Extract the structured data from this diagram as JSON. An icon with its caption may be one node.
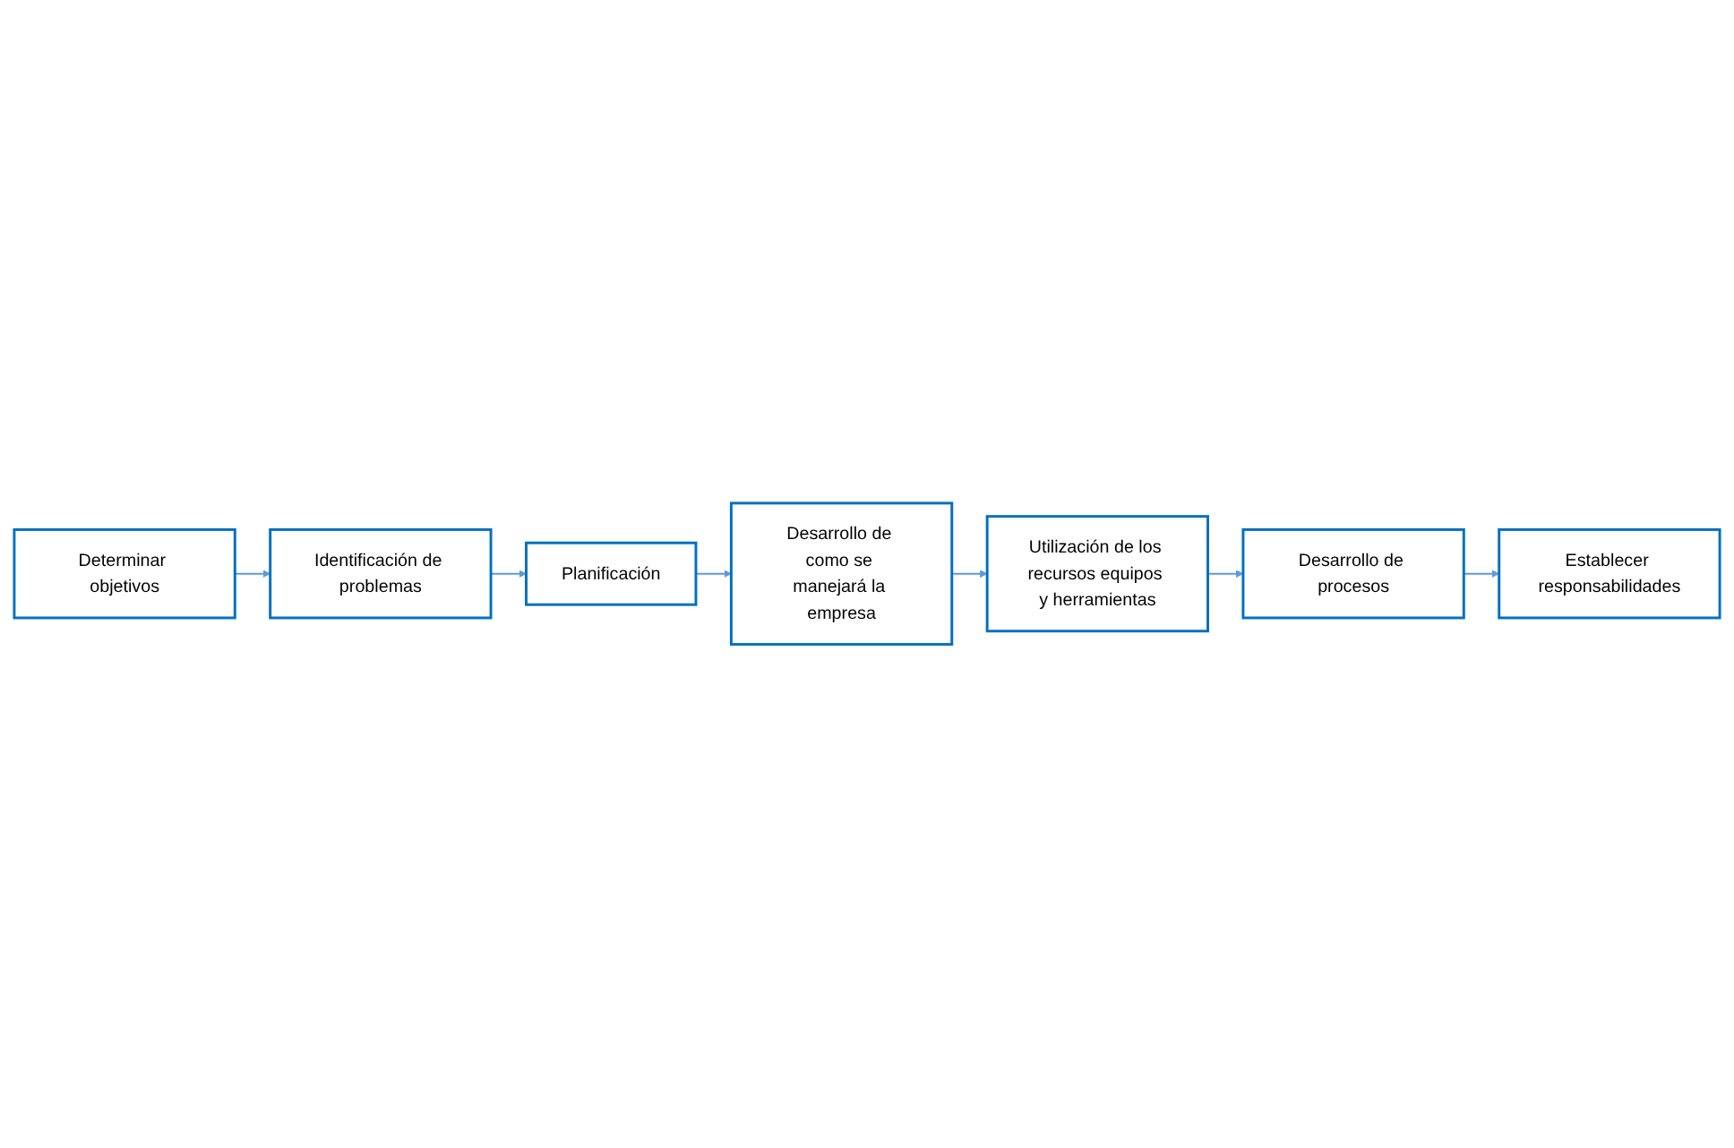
{
  "diagram": {
    "nodes": [
      {
        "text": [
          "Determinar objetivos"
        ]
      },
      {
        "text": [
          "Identificación de problemas"
        ]
      },
      {
        "text": [
          "Planificación"
        ]
      },
      {
        "text": [
          "Desarrollo de como se manejará la empresa"
        ]
      },
      {
        "text": [
          "Utilización de los recursos equipos y herramientas"
        ]
      },
      {
        "text": [
          "Desarrollo de procesos"
        ]
      },
      {
        "text": [
          "Establecer responsabilidades"
        ]
      }
    ],
    "edges": [
      {
        "from": 0,
        "to": 1,
        "arrow": "to"
      },
      {
        "from": 1,
        "to": 2,
        "arrow": "to"
      },
      {
        "from": 2,
        "to": 3,
        "arrow": "to"
      },
      {
        "from": 3,
        "to": 4,
        "arrow": "to"
      },
      {
        "from": 4,
        "to": 5,
        "arrow": "to"
      },
      {
        "from": 5,
        "to": 6,
        "arrow": "to"
      }
    ]
  }
}
